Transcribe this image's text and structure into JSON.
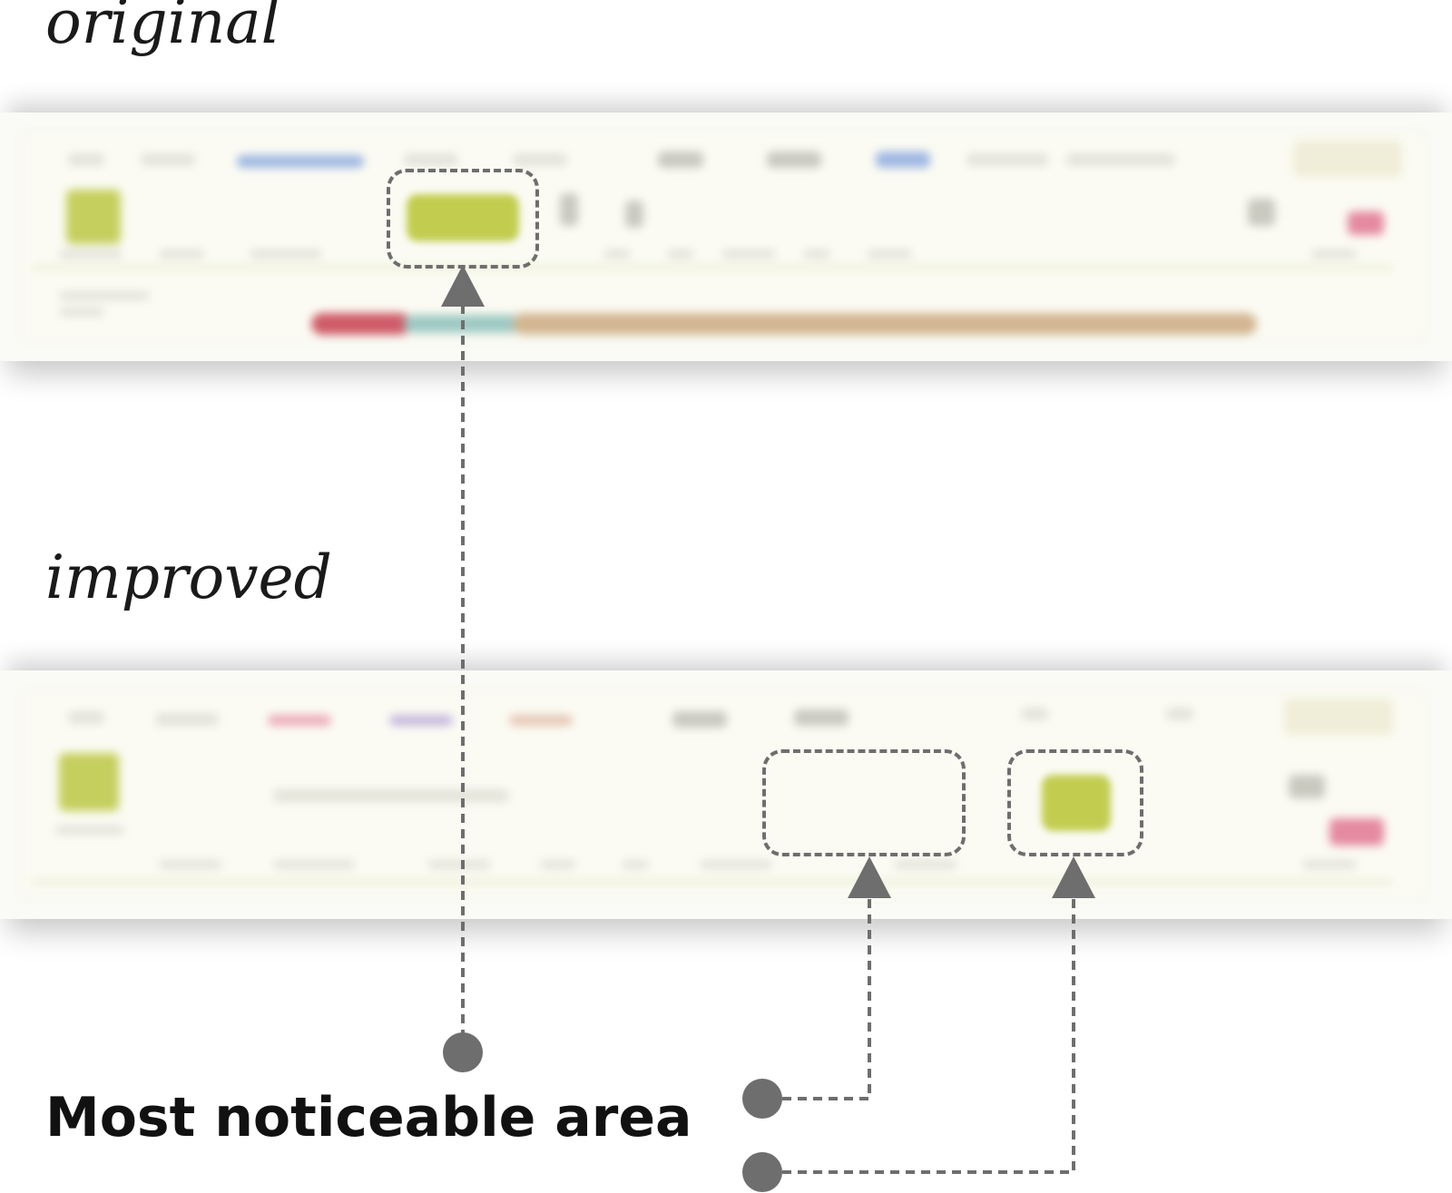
{
  "labels": {
    "original": "original",
    "improved": "improved",
    "caption": "Most noticeable area"
  },
  "colors": {
    "connector": "#6e6e6e",
    "highlight": "#c2cd50",
    "band_background": "#fafaf6"
  },
  "screenshots": {
    "original": {
      "description_visible": false
    },
    "improved": {
      "description_visible": false
    }
  }
}
